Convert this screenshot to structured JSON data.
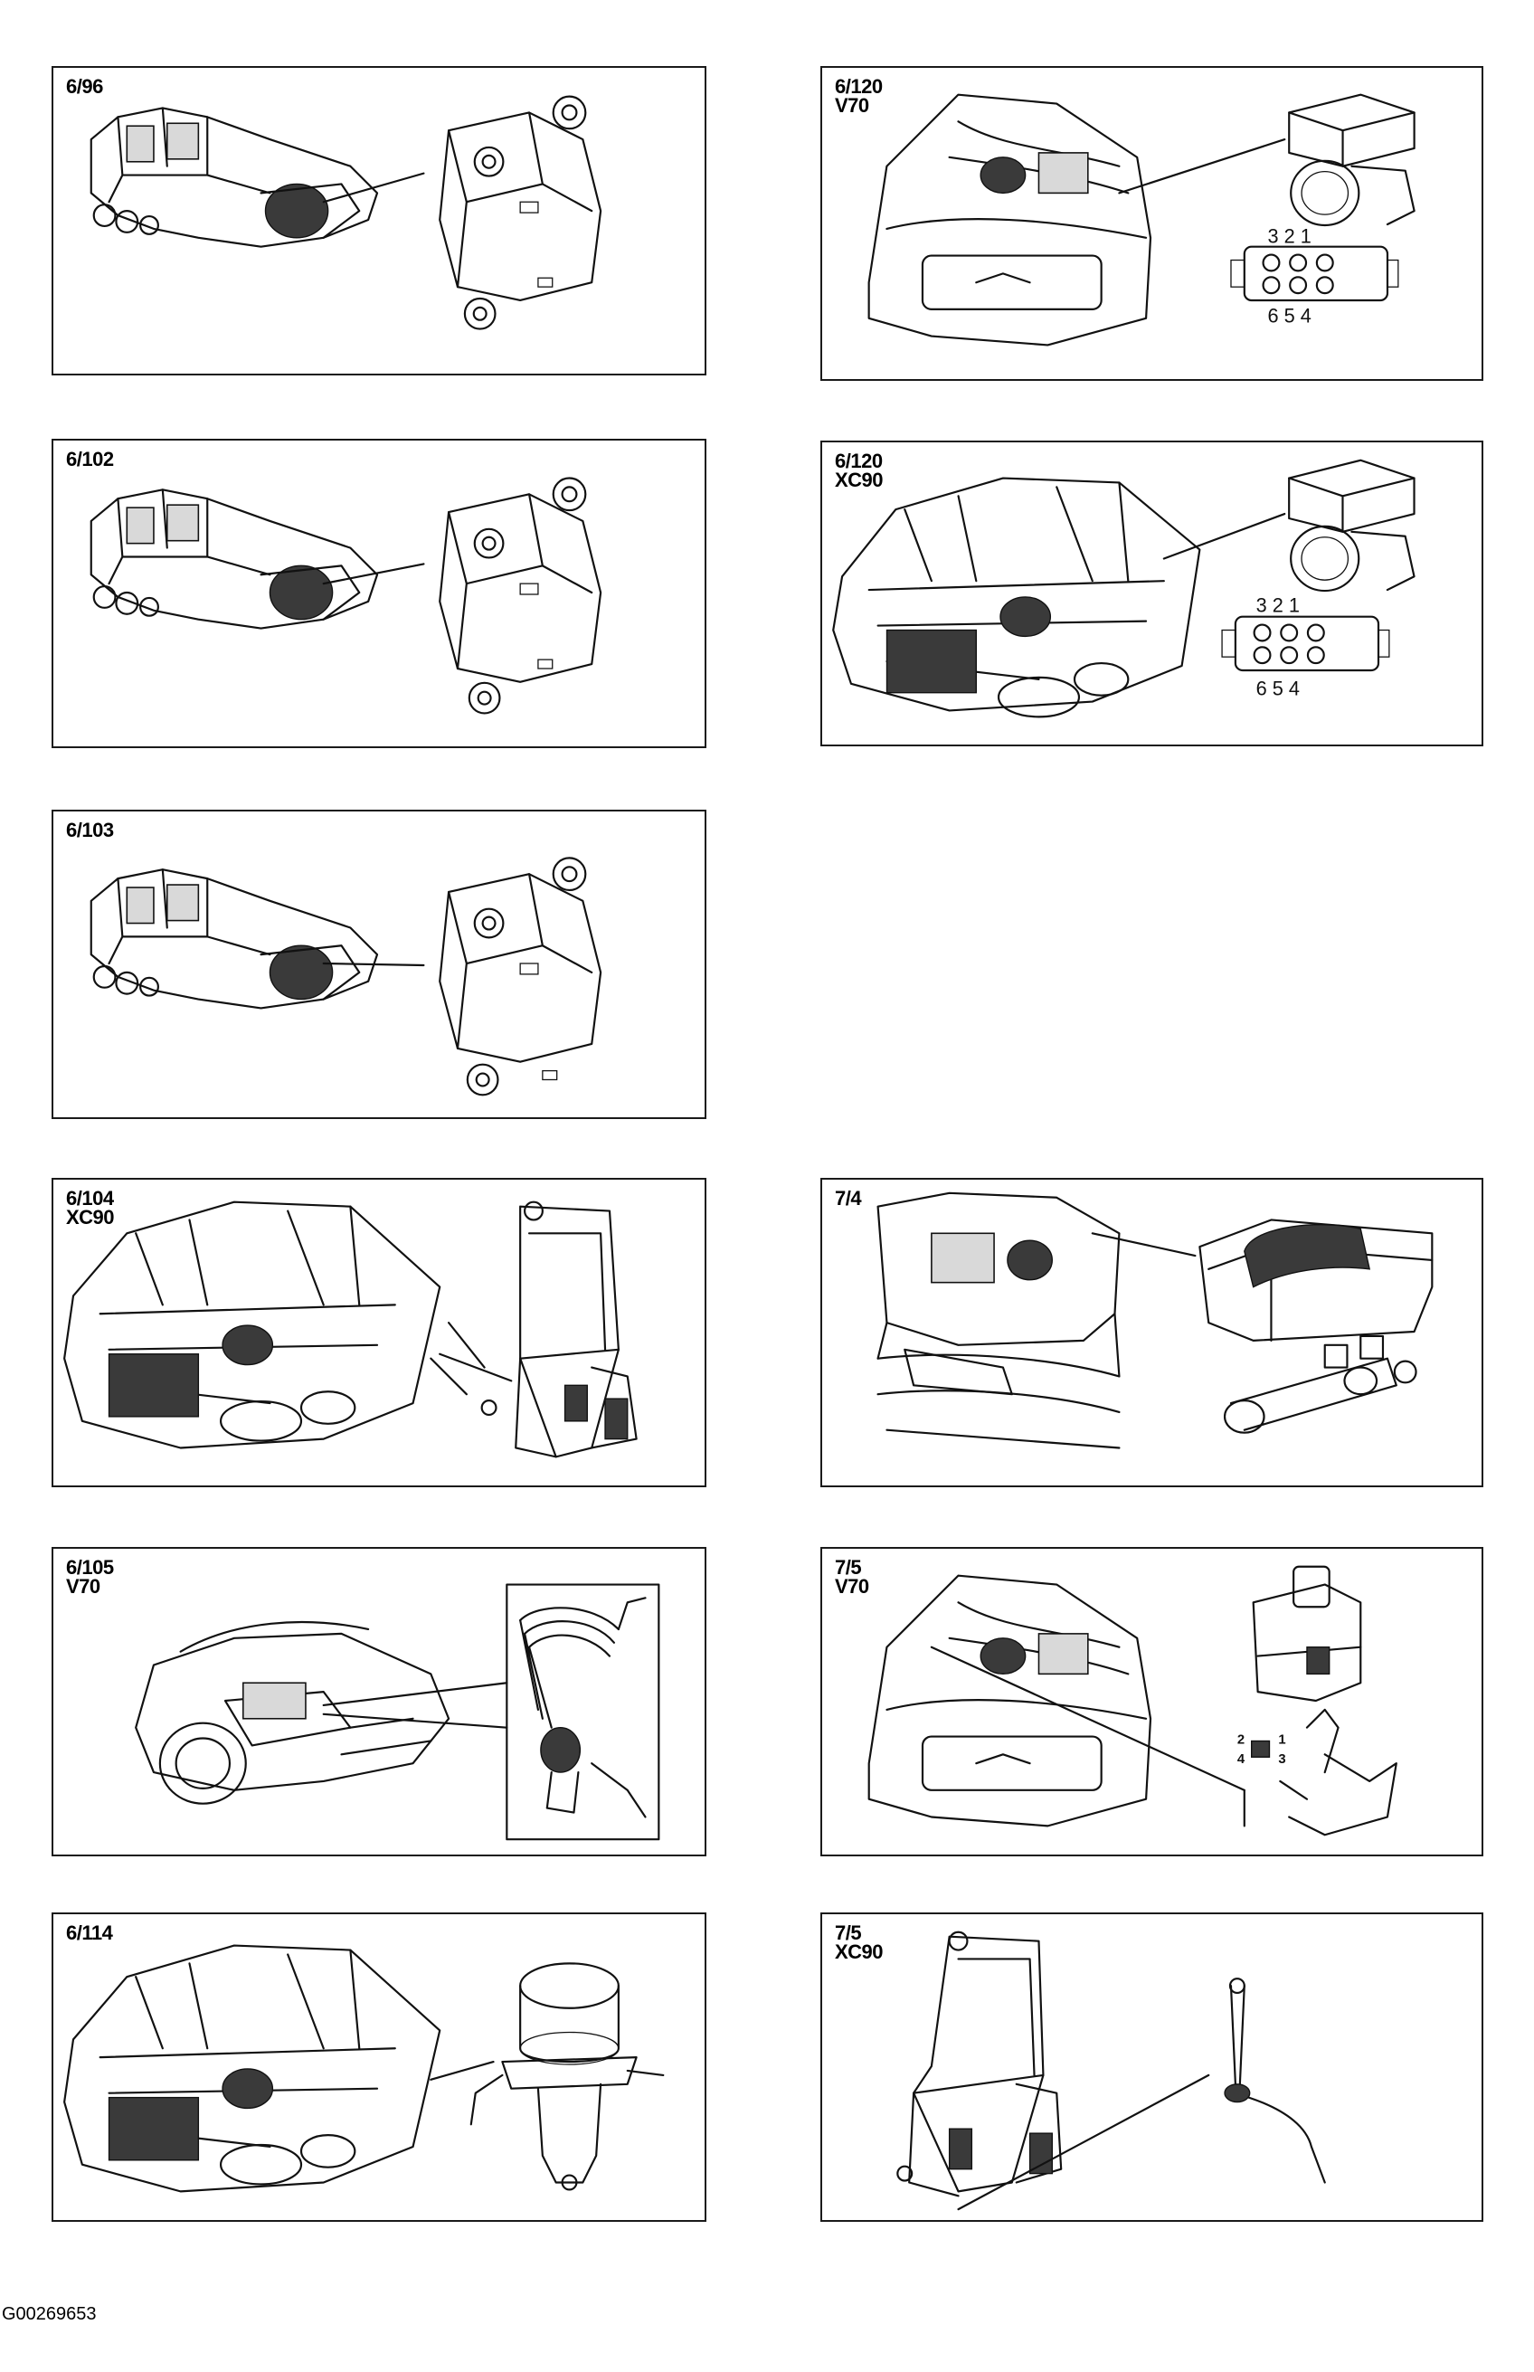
{
  "panels": [
    {
      "id": "p1",
      "lines": [
        "6/96"
      ]
    },
    {
      "id": "p2",
      "lines": [
        "6/102"
      ]
    },
    {
      "id": "p3",
      "lines": [
        "6/103"
      ]
    },
    {
      "id": "p4",
      "lines": [
        "6/104",
        "XC90"
      ]
    },
    {
      "id": "p5",
      "lines": [
        "6/105",
        "V70"
      ]
    },
    {
      "id": "p6",
      "lines": [
        "6/114"
      ]
    },
    {
      "id": "p7",
      "lines": [
        "6/120",
        "V70"
      ],
      "pins_top": "3 2 1",
      "pins_bottom": "6 5 4"
    },
    {
      "id": "p8",
      "lines": [
        "6/120",
        "XC90"
      ],
      "pins_top": "3 2 1",
      "pins_bottom": "6 5 4"
    },
    {
      "id": "p9",
      "lines": [
        "7/4"
      ]
    },
    {
      "id": "p10",
      "lines": [
        "7/5",
        "V70"
      ],
      "pins": [
        "2",
        "1",
        "4",
        "3"
      ]
    },
    {
      "id": "p11",
      "lines": [
        "7/5",
        "XC90"
      ]
    }
  ],
  "footer_id": "G00269653"
}
